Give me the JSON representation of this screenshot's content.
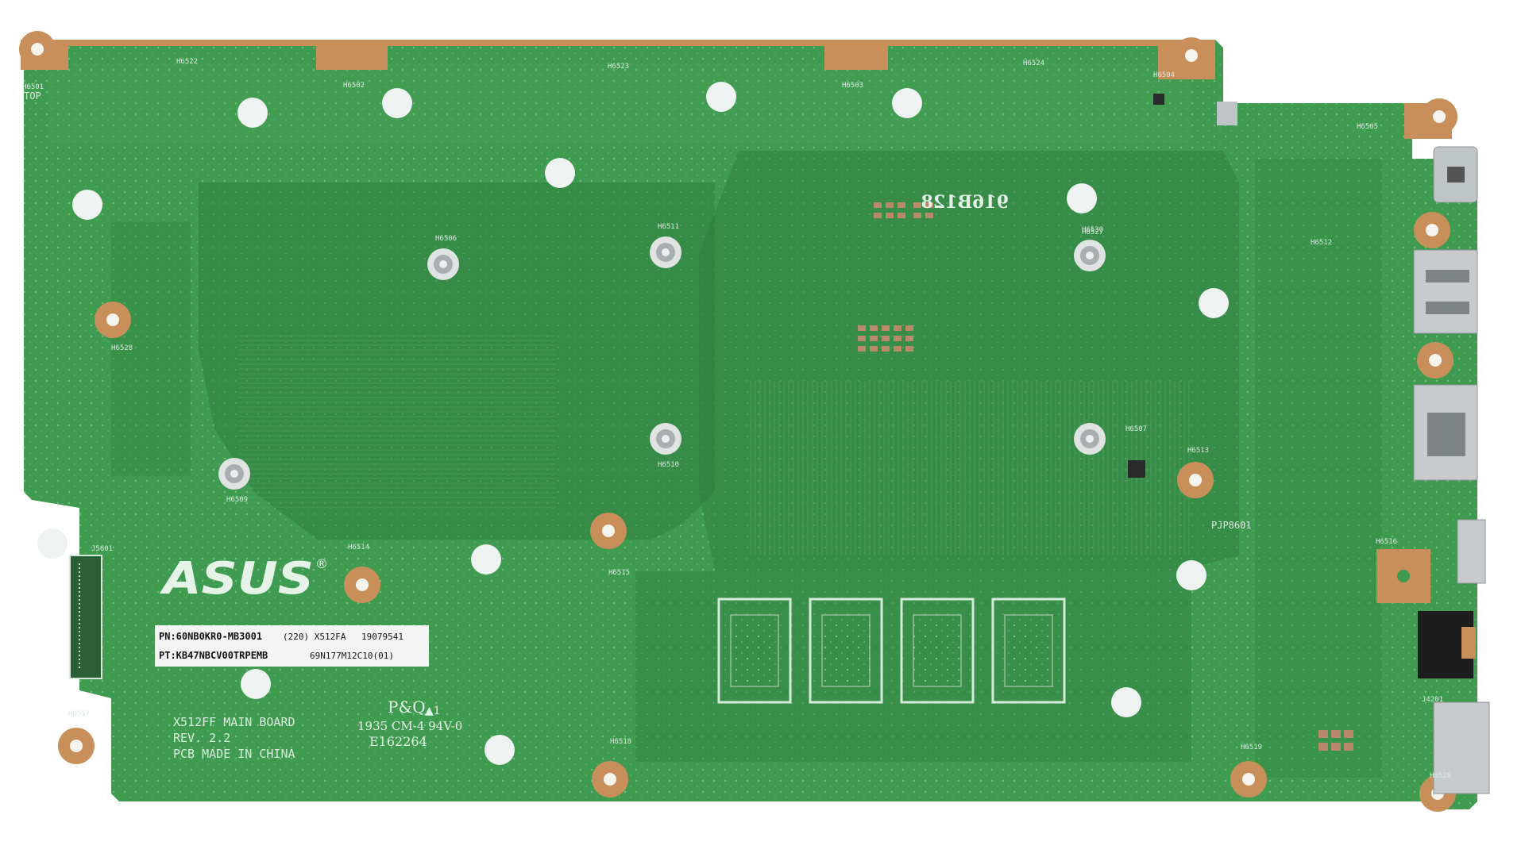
{
  "colors": {
    "board": "#3f9b50",
    "board_dark": "#2f7d3f",
    "board_light": "#5cb06a",
    "copper": "#c98f5a",
    "silk": "#dcefe2",
    "label_bg": "#f4f4f4",
    "metal": "#bfc4c6"
  },
  "board": {
    "top_marker": "TOP",
    "brand_logo": "ASUS",
    "registered_mark": "®",
    "label": {
      "line1_left": "PN:60NB0KR0-MB3001",
      "line1_mid": "(220) X512FA",
      "line1_right": "19079541",
      "line2_left": "PT:KB47NBCV00TRPEMB",
      "line2_right": "69N177M12C10(01)"
    },
    "silkscreen": {
      "model": "X512FF MAIN BOARD",
      "rev": "REV. 2.2",
      "origin": "PCB MADE IN CHINA",
      "pq": "P&Q",
      "pq_sub": "▲1",
      "ul": "1935 CM-4 94V-0",
      "ul_no": "E162264",
      "mirrored_code": "916B128",
      "pjp": "PJP8601"
    },
    "holes": [
      "H6522",
      "H6501",
      "H6502",
      "H6523",
      "H6503",
      "H6524",
      "H6504",
      "H6505",
      "H6506",
      "H6511",
      "H6530",
      "H6527",
      "H6528",
      "H6512",
      "H6510",
      "H6507",
      "H6513",
      "H6509",
      "H6514",
      "H6515",
      "H6516",
      "H6517",
      "H6518",
      "H6519",
      "H6520",
      "J5601",
      "J4201"
    ]
  }
}
